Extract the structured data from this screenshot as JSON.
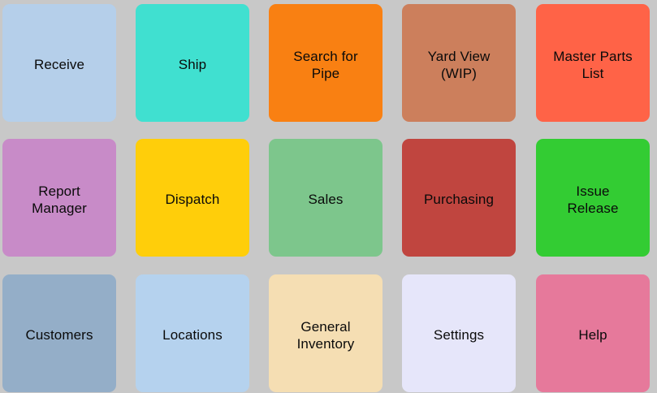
{
  "app": {
    "background_color": "#C8C8C8",
    "text_color": "#0A0A0A",
    "columns": 5,
    "rows": 3
  },
  "grid": {
    "tiles": [
      {
        "id": "receive",
        "label": "Receive",
        "color": "#B5CFEA",
        "row": 0,
        "col": 0
      },
      {
        "id": "ship",
        "label": "Ship",
        "color": "#40E0D0",
        "row": 0,
        "col": 1
      },
      {
        "id": "search-for-pipe",
        "label": "Search for\nPipe",
        "color": "#F98012",
        "row": 0,
        "col": 2
      },
      {
        "id": "yard-view",
        "label": "Yard View\n(WIP)",
        "color": "#CC7F5C",
        "row": 0,
        "col": 3
      },
      {
        "id": "master-parts-list",
        "label": "Master Parts\nList",
        "color": "#FF6347",
        "row": 0,
        "col": 4
      },
      {
        "id": "report-manager",
        "label": "Report\nManager",
        "color": "#C88BC8",
        "row": 1,
        "col": 0
      },
      {
        "id": "dispatch",
        "label": "Dispatch",
        "color": "#FFCE0A",
        "row": 1,
        "col": 1
      },
      {
        "id": "sales",
        "label": "Sales",
        "color": "#7DC68C",
        "row": 1,
        "col": 2
      },
      {
        "id": "purchasing",
        "label": "Purchasing",
        "color": "#C0453F",
        "row": 1,
        "col": 3
      },
      {
        "id": "issue-release",
        "label": "Issue\nRelease",
        "color": "#33CC33",
        "row": 1,
        "col": 4
      },
      {
        "id": "customers",
        "label": "Customers",
        "color": "#94AEC8",
        "row": 2,
        "col": 0
      },
      {
        "id": "locations",
        "label": "Locations",
        "color": "#B5D2EE",
        "row": 2,
        "col": 1
      },
      {
        "id": "general-inventory",
        "label": "General\nInventory",
        "color": "#F5DEB3",
        "row": 2,
        "col": 2
      },
      {
        "id": "settings",
        "label": "Settings",
        "color": "#E6E6FA",
        "row": 2,
        "col": 3
      },
      {
        "id": "help",
        "label": "Help",
        "color": "#E6799B",
        "row": 2,
        "col": 4
      }
    ]
  }
}
